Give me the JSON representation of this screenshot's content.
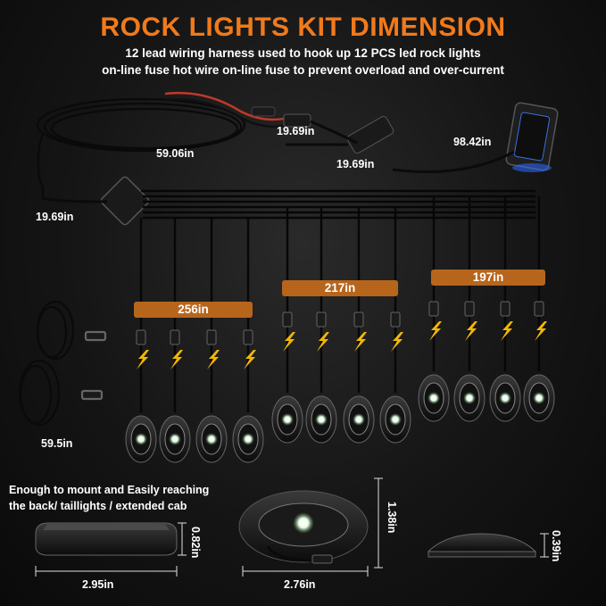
{
  "header": {
    "title": "ROCK LIGHTS KIT DIMENSION",
    "line1": "12 lead wiring harness used to hook up 12 PCS led rock lights",
    "line2": "on-line fuse hot wire on-line fuse to prevent overload and over-current"
  },
  "harness": {
    "fuse_lead": "19.69in",
    "main_cable": "59.06in",
    "switch_lead": "19.69in",
    "switch_cable": "98.42in",
    "hub_lead": "19.69in"
  },
  "groups": [
    {
      "length": "256in",
      "count": 4
    },
    {
      "length": "217in",
      "count": 4
    },
    {
      "length": "197in",
      "count": 4
    }
  ],
  "extension": {
    "length": "59.5in"
  },
  "note": {
    "line1": "Enough to mount and Easily reaching",
    "line2": "the back/ taillights / extended cab"
  },
  "dimensions": {
    "left_width": "2.95in",
    "left_height": "0.82in",
    "center_width": "2.76in",
    "center_height": "1.38in",
    "right_height": "0.39in"
  },
  "colors": {
    "accent": "#f07a1c",
    "label_bar": "#b8651c",
    "bolt": "#f2b705",
    "wire": "#111111",
    "wire_red": "#c0392b"
  }
}
